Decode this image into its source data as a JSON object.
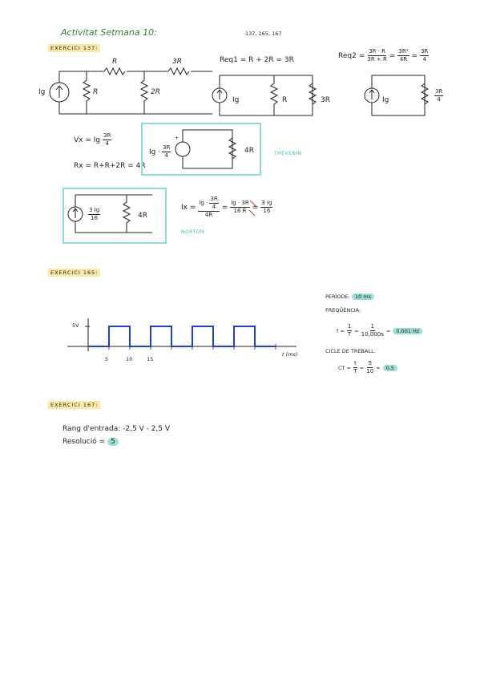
{
  "header": {
    "title": "Activitat Setmana 10:",
    "exercise_list": "137, 165, 167"
  },
  "ex137": {
    "label": "EXERCICI 137:",
    "c1": {
      "source": "Ig",
      "r_top": "R",
      "r_top2": "3R",
      "r_left": "R",
      "r_mid": "2R"
    },
    "req1": {
      "label": "Req1",
      "expr": "= R + 2R = 3R",
      "resistors": [
        "R",
        "3R"
      ],
      "source": "Ig"
    },
    "req2": {
      "label": "Req2",
      "eq": "=",
      "f1_num": "3R · R",
      "f1_den": "3R + R",
      "f2_num": "3R²",
      "f2_den": "4R",
      "f3_num": "3R",
      "f3_den": "4",
      "source": "Ig",
      "res_num": "3R",
      "res_den": "4"
    },
    "vx": {
      "lhs": "Vx = Ig",
      "num": "3R",
      "den": "4"
    },
    "rx": "Rx = R+R+2R = 4R",
    "thevenin": {
      "label": "THÈVENIN",
      "src_lhs": "Ig ·",
      "src_num": "3R",
      "src_den": "4",
      "plus": "+",
      "res": "4R"
    },
    "norton": {
      "label": "NORTON",
      "src_num": "3 Ig",
      "src_den": "16",
      "res": "4R"
    },
    "ix": {
      "lhs": "Ix =",
      "f1_num_a": "Ig ·",
      "f1_num_b": "3R",
      "f1_num_c": "4",
      "f1_den": "4R",
      "f2_num": "Ig · 3R",
      "f2_den": "16 R",
      "f3_num": "3 Ig",
      "f3_den": "16"
    }
  },
  "ex165": {
    "label": "EXERCICI 165:",
    "periode_label": "PERÍODE:",
    "periode_value": "10 ms",
    "frequencia_label": "FREQÜÈNCIA:",
    "f_expr_a": "f =",
    "f_n1": "1",
    "f_d1": "T",
    "f_n2": "1",
    "f_d2": "10,000s",
    "f_result": "0,001 Hz",
    "cicle_label": "CICLE DE TREBALL:",
    "ct_expr_a": "CT =",
    "ct_n1": "t",
    "ct_d1": "T",
    "ct_n2": "5",
    "ct_d2": "10",
    "ct_result": "0,5"
  },
  "chart_data": {
    "type": "line",
    "title": "",
    "ylabel_tick": "5V",
    "xlabel": "t (ms)",
    "x_ticks": [
      "5",
      "10",
      "15"
    ],
    "x": [
      0,
      5,
      5,
      10,
      10,
      15,
      15,
      20,
      20,
      25,
      25,
      30,
      30,
      35,
      35,
      40,
      40,
      45
    ],
    "y": [
      0,
      0,
      5,
      5,
      0,
      0,
      5,
      5,
      0,
      0,
      5,
      5,
      0,
      0,
      5,
      5,
      0,
      0
    ],
    "xlim": [
      0,
      50
    ],
    "ylim": [
      0,
      7
    ],
    "color": "#1f3fd6"
  },
  "ex167": {
    "label": "EXERCICI 167:",
    "rang": "Rang d'entrada: -2,5 V - 2,5 V",
    "resolucio": "Resolució =",
    "resolucio_value": "5"
  }
}
